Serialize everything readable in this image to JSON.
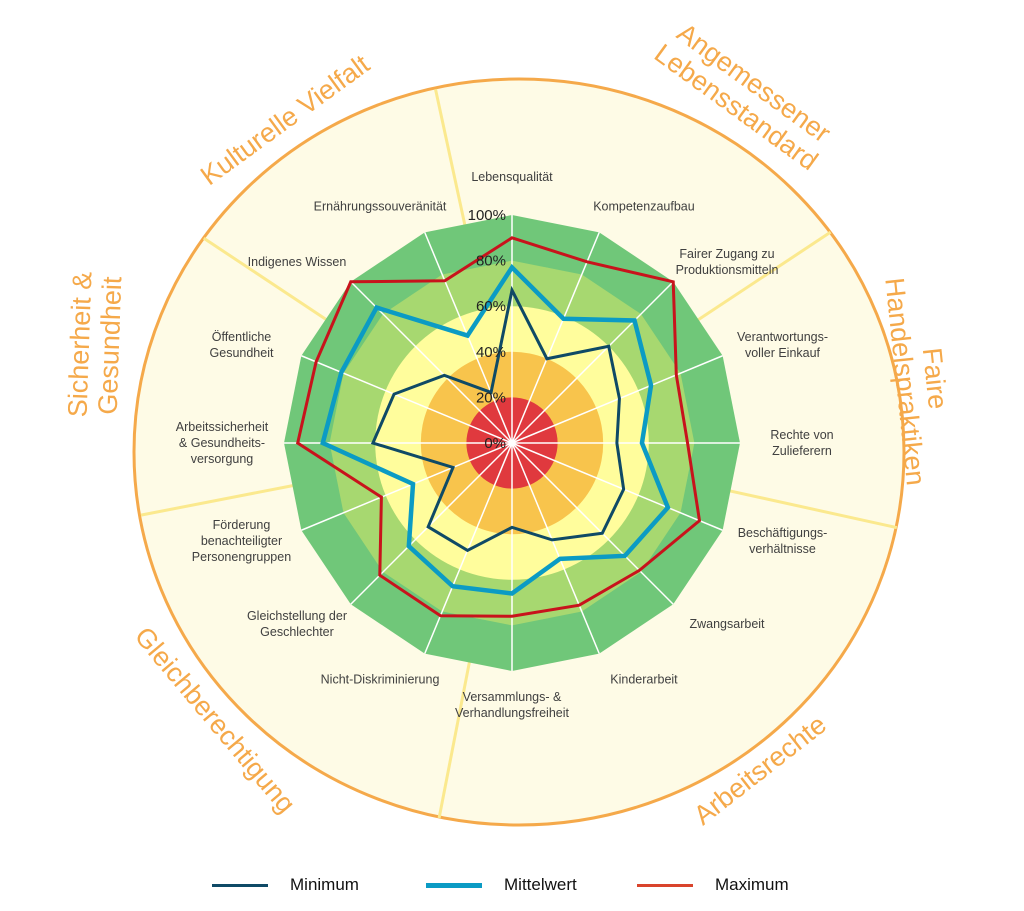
{
  "chart_data": {
    "type": "radar",
    "title": "",
    "range": [
      0,
      100
    ],
    "unit": "%",
    "ticks": [
      "0%",
      "20%",
      "40%",
      "60%",
      "80%",
      "100%"
    ],
    "tick_values": [
      0,
      20,
      40,
      60,
      80,
      100
    ],
    "bands": [
      {
        "from": 0,
        "to": 20,
        "color": "#E0393E"
      },
      {
        "from": 20,
        "to": 40,
        "color": "#F8C44C"
      },
      {
        "from": 40,
        "to": 60,
        "color": "#FFFD9C"
      },
      {
        "from": 60,
        "to": 80,
        "color": "#A7D870"
      },
      {
        "from": 80,
        "to": 100,
        "color": "#70C779"
      }
    ],
    "axes": [
      {
        "label": [
          "Lebensqualität"
        ]
      },
      {
        "label": [
          "Kompetenzaufbau"
        ]
      },
      {
        "label": [
          "Fairer Zugang zu",
          "Produktionsmitteln"
        ]
      },
      {
        "label": [
          "Verantwortungs-",
          "voller Einkauf"
        ]
      },
      {
        "label": [
          "Rechte von",
          "Zulieferern"
        ]
      },
      {
        "label": [
          "Beschäftigungs-",
          "verhältnisse"
        ]
      },
      {
        "label": [
          "Zwangsarbeit"
        ]
      },
      {
        "label": [
          "Kinderarbeit"
        ]
      },
      {
        "label": [
          "Versammlungs- &",
          "Verhandlungsfreiheit"
        ]
      },
      {
        "label": [
          "Nicht-Diskriminierung"
        ]
      },
      {
        "label": [
          "Gleichstellung der",
          "Geschlechter"
        ]
      },
      {
        "label": [
          "Förderung",
          "benachteiligter",
          "Personengruppen"
        ]
      },
      {
        "label": [
          "Arbeitssicherheit",
          "& Gesundheits-",
          "versorgung"
        ]
      },
      {
        "label": [
          "Öffentliche",
          "Gesundheit"
        ]
      },
      {
        "label": [
          "Indigenes Wissen"
        ]
      },
      {
        "label": [
          "Ernährungssouveränität"
        ]
      }
    ],
    "series": [
      {
        "name": "Minimum",
        "color": "#0F4A66",
        "values": [
          67,
          40,
          60,
          51,
          46,
          53,
          56,
          46,
          37,
          51,
          52,
          28,
          61,
          56,
          42,
          24
        ]
      },
      {
        "name": "Mittelwert",
        "color": "#0B9BC4",
        "values": [
          77,
          59,
          76,
          66,
          57,
          74,
          70,
          55,
          66,
          68,
          64,
          47,
          83,
          81,
          84,
          51
        ]
      },
      {
        "name": "Maximum",
        "color": "#C8131C",
        "values": [
          90,
          86,
          100,
          78,
          77,
          89,
          79,
          77,
          76,
          82,
          82,
          62,
          94,
          93,
          100,
          77
        ]
      }
    ],
    "categories": [
      {
        "name": [
          "Angemessener",
          "Lebensstandard"
        ]
      },
      {
        "name": [
          "Faire",
          "Handelspraktiken"
        ]
      },
      {
        "name": [
          "Arbeitsrechte"
        ]
      },
      {
        "name": [
          "Gleichberechtigung"
        ]
      },
      {
        "name": [
          "Sicherheit &",
          "Gesundheit"
        ]
      },
      {
        "name": [
          "Kulturelle Vielfalt"
        ]
      }
    ],
    "category_color": "#F5A94A",
    "background_color": "#FEFBE6",
    "divider_color": "#FBE98E",
    "legend_position": "bottom"
  },
  "legend": [
    {
      "label": "Minimum",
      "color": "#0F4A66"
    },
    {
      "label": "Mittelwert",
      "color": "#0B9BC4"
    },
    {
      "label": "Maximum",
      "color": "#D9442C"
    }
  ]
}
